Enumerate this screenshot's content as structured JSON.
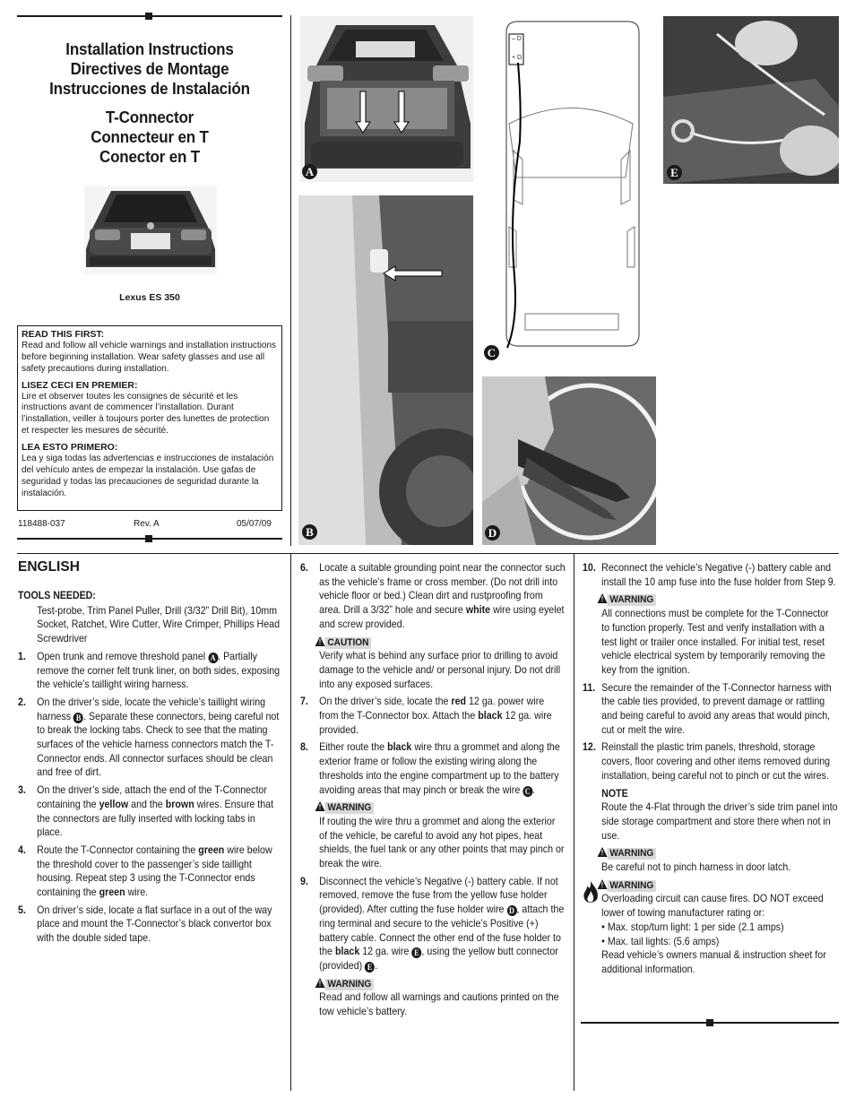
{
  "titles": {
    "line1": "Installation Instructions",
    "line2": "Directives de Montage",
    "line3": "Instrucciones de Instalación",
    "line4": "T-Connector",
    "line5": "Connecteur en T",
    "line6": "Conector en T"
  },
  "vehicle_caption": "Lexus ES 350",
  "read_first": {
    "en_head": "READ THIS FIRST:",
    "en_body": "Read and follow all vehicle warnings and installation instructions before beginning installation. Wear safety glasses and use all safety precautions during installation.",
    "fr_head": "LISEZ CECI EN PREMIER:",
    "fr_body": "Lire et observer toutes les consignes de sécurité et les instructions avant de commencer l’installation. Durant l’installation, veiller à toujours porter des lunettes de protection et respecter les mesures de sécurité.",
    "es_head": "LEA ESTO PRIMERO:",
    "es_body": "Lea y siga todas las advertencias e instrucciones de instalación del vehículo antes de empezar la instalación. Use gafas de seguridad y todas las precauciones de seguridad durante la instalación."
  },
  "doc_info": {
    "part_no": "118488-037",
    "rev": "Rev. A",
    "date": "05/07/09"
  },
  "figures": {
    "a": "A",
    "b": "B",
    "c": "C",
    "d": "D",
    "e": "E",
    "diagram_terminal_neg": "– D",
    "diagram_terminal_pos": "+ D"
  },
  "english": {
    "heading": "ENGLISH",
    "tools_head": "TOOLS NEEDED:",
    "tools_body": "Test-probe, Trim Panel Puller, Drill (3/32” Drill Bit), 10mm Socket, Ratchet, Wire Cutter, Wire Crimper, Phillips Head Screwdriver",
    "warning_label": "WARNING",
    "caution_label": "CAUTION",
    "note_label": "NOTE",
    "steps": {
      "s1_num": "1.",
      "s2_num": "2.",
      "s3_num": "3.",
      "s4_num": "4.",
      "s5_num": "5.",
      "s6_num": "6.",
      "s7_num": "7.",
      "s8_num": "8.",
      "s9_num": "9.",
      "s10_num": "10.",
      "s11_num": "11.",
      "s12_num": "12.",
      "s1_a": "Open trunk and remove threshold panel",
      "s1_b": ". Partially remove the corner felt trunk liner, on both sides, exposing the vehicle’s taillight wiring harness.",
      "s2_a": "On the driver’s side, locate the vehicle’s taillight wiring harness",
      "s2_b": ". Separate these connectors, being careful not to break the locking tabs. Check to see that the mating surfaces of the vehicle harness connectors match the T-Connector ends. All connector surfaces should be clean and free of dirt.",
      "s3_a": "On the driver’s side, attach the end of the T-Connector containing the",
      "s3_w1": "yellow",
      "s3_b": "and the",
      "s3_w2": "brown",
      "s3_c": "wires. Ensure that the connectors are fully inserted with locking tabs in place.",
      "s4_a": "Route the T-Connector containing the",
      "s4_w1": "green",
      "s4_b": "wire below the threshold cover to the passenger’s side taillight housing. Repeat step 3 using the T-Connector ends containing the",
      "s4_w2": "green",
      "s4_c": "wire.",
      "s5": "On driver’s side, locate a flat surface in a out of the way place and mount the T-Connector’s black convertor box with the double sided tape.",
      "s6_a": "Locate a suitable grounding point near the connector such as the vehicle’s frame or cross member. (Do not drill into vehicle floor or bed.) Clean dirt and rustproofing from area. Drill a 3/32” hole and secure",
      "s6_w1": "white",
      "s6_b": "wire using eyelet and screw provided.",
      "s6_caution": "Verify what is behind any surface prior to drilling to avoid damage to the vehicle and/ or personal injury. Do not drill into any exposed surfaces.",
      "s7_a": "On the driver’s side, locate the",
      "s7_w1": "red",
      "s7_b": "12 ga. power wire from the T-Connector box. Attach the",
      "s7_w2": "black",
      "s7_c": "12 ga. wire provided.",
      "s8_a": "Either route the",
      "s8_w1": "black",
      "s8_b": "wire thru a grommet and along the exterior frame or follow the existing wiring along the thresholds into the engine compartment up to the battery avoiding areas that may pinch or break the wire",
      "s8_warning": "If routing the wire thru a grommet and along the exterior of the vehicle, be careful to avoid any hot pipes, heat shields, the fuel tank or any other points that may pinch or break the wire.",
      "s9_a": "Disconnect the vehicle’s Negative (-) battery cable. If not removed, remove the fuse from the yellow fuse holder (provided).  After cutting the fuse holder wire",
      "s9_b": ", attach the ring terminal and secure to the vehicle’s Positive (+) battery cable.  Connect the other end of the fuse holder to the",
      "s9_w1": "black",
      "s9_c": "12 ga. wire",
      "s9_d": ", using the yellow butt connector (provided)",
      "s9_warning": "Read and follow all warnings and cautions printed on the tow vehicle’s battery.",
      "s10": "Reconnect the vehicle’s Negative (-) battery cable and install the 10 amp fuse into the fuse holder from Step 9.",
      "s10_warning": "All connections must be complete for the T-Connector to function properly. Test and verify installation with a test light or trailer once installed. For initial test, reset vehicle electrical system by temporarily removing the key from the ignition.",
      "s11": "Secure the remainder of the T-Connector harness with the cable ties provided, to prevent damage or rattling and being careful to avoid any areas that would pinch, cut or melt the wire.",
      "s12": "Reinstall the plastic trim panels, threshold, storage covers, floor covering and other items removed during installation, being careful not to pinch or cut the wires.",
      "note_body": "Route the 4-Flat through the driver’s side trim panel into side storage compartment and store there when not in use.",
      "warning_pinch": "Be careful not to pinch harness in door latch.",
      "warning_fire_a": "Overloading circuit can cause fires. DO NOT exceed lower of towing manufacturer rating or:",
      "warning_fire_b": "• Max. stop/turn light: 1 per side (2.1 amps)",
      "warning_fire_c": "• Max. tail lights: (5.6 amps)",
      "warning_fire_d": "Read vehicle’s owners manual & instruction sheet for additional information."
    }
  }
}
